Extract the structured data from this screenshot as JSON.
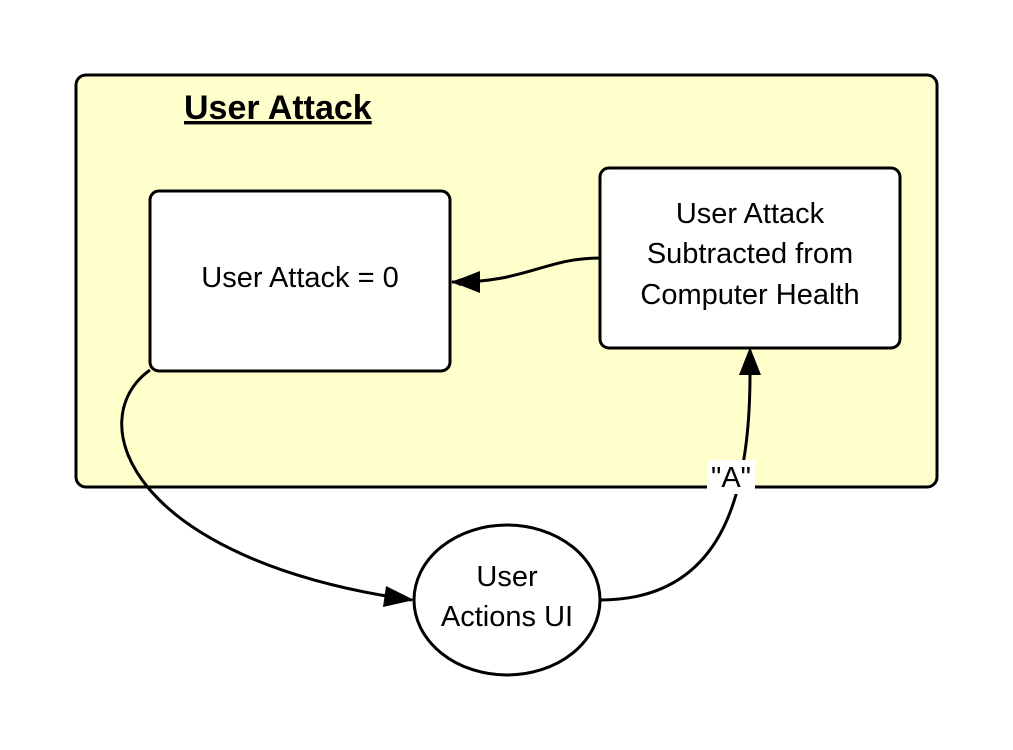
{
  "diagram": {
    "container": {
      "title": "User Attack",
      "fill": "#ffffcc",
      "stroke": "#000000"
    },
    "nodes": {
      "reset": {
        "lines": [
          "User Attack = 0"
        ],
        "fill": "#ffffff"
      },
      "subtract": {
        "lines": [
          "User Attack",
          "Subtracted from",
          "Computer Health"
        ],
        "fill": "#ffffff"
      },
      "ui": {
        "lines": [
          "User",
          "Actions UI"
        ],
        "fill": "#ffffff"
      }
    },
    "edges": {
      "subtract_to_reset": {
        "label": ""
      },
      "reset_to_ui": {
        "label": ""
      },
      "ui_to_subtract": {
        "label": "\"A\""
      }
    }
  }
}
